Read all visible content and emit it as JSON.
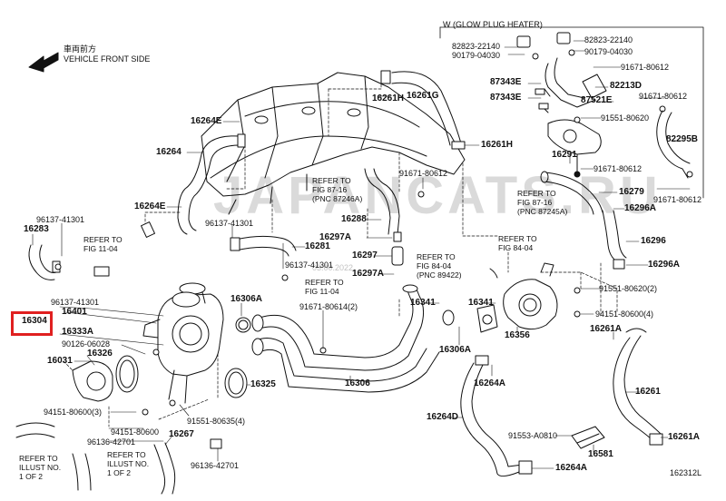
{
  "header": {
    "front_jp": "車両前方",
    "front_en": "VEHICLE FRONT SIDE",
    "w_box": "W (GLOW PLUG HEATER)"
  },
  "watermark": "JAPANCATS.RU",
  "watermark_small": "03.00.2022",
  "figure_id": "162312L",
  "highlight_part": "16304",
  "refs": {
    "ref_87_16": "REFER TO\nFIG 87-16\n(PNC 87246A)",
    "ref_87_16b": "REFER TO\nFIG 87-16\n(PNC 87245A)",
    "ref_11_04a": "REFER TO\nFIG 11-04",
    "ref_11_04b": "REFER TO\nFIG 11-04",
    "ref_84_04a": "REFER TO\nFIG 84-04\n(PNC 89422)",
    "ref_84_04b": "REFER TO\nFIG 84-04",
    "illus1": "REFER TO\nILLUST NO.\n1 OF 2",
    "illus2": "REFER TO\nILLUST NO.\n1 OF 2"
  },
  "labels": {
    "l01": "82823-22140",
    "l02": "82823-22140",
    "l03": "90179-04030",
    "l04": "90179-04030",
    "l05": "91671-80612",
    "l06": "87343E",
    "l07": "82213D",
    "l08": "87343E",
    "l09": "87521E",
    "l10": "91671-80612",
    "l11": "91551-80620",
    "l12": "82295B",
    "l13": "16291",
    "l14": "91671-80612",
    "l15": "16279",
    "l16": "91671-80612",
    "l17": "16296A",
    "l18": "16296",
    "l19": "16296A",
    "l20": "16261H",
    "l21": "16261G",
    "l22": "16261H",
    "l23": "16264E",
    "l24": "16264",
    "l25": "16264E",
    "l26": "91671-80612",
    "l27": "16288",
    "l28": "16297A",
    "l29": "16297",
    "l30": "16297A",
    "l31": "96137-41301",
    "l32": "16283",
    "l33": "96137-41301",
    "l34": "16281",
    "l35": "96137-41301",
    "l36": "16401",
    "l37": "16304",
    "l38": "16333A",
    "l39": "90126-06028",
    "l40": "16326",
    "l41": "16031",
    "l42": "16306A",
    "l43": "91671-80614(2)",
    "l44": "16341",
    "l45": "16341",
    "l46": "16306A",
    "l47": "16356",
    "l48": "91551-80620(2)",
    "l49": "94151-80600(4)",
    "l50": "16261A",
    "l51": "16264A",
    "l52": "16306",
    "l53": "16325",
    "l54": "16261",
    "l55": "94151-80600(3)",
    "l56": "91551-80635(4)",
    "l57": "94151-80600",
    "l58": "96136-42701",
    "l59": "16267",
    "l60": "96136-42701",
    "l61": "16264D",
    "l62": "91553-A0810",
    "l63": "16581",
    "l64": "16261A",
    "l65": "16264A"
  }
}
